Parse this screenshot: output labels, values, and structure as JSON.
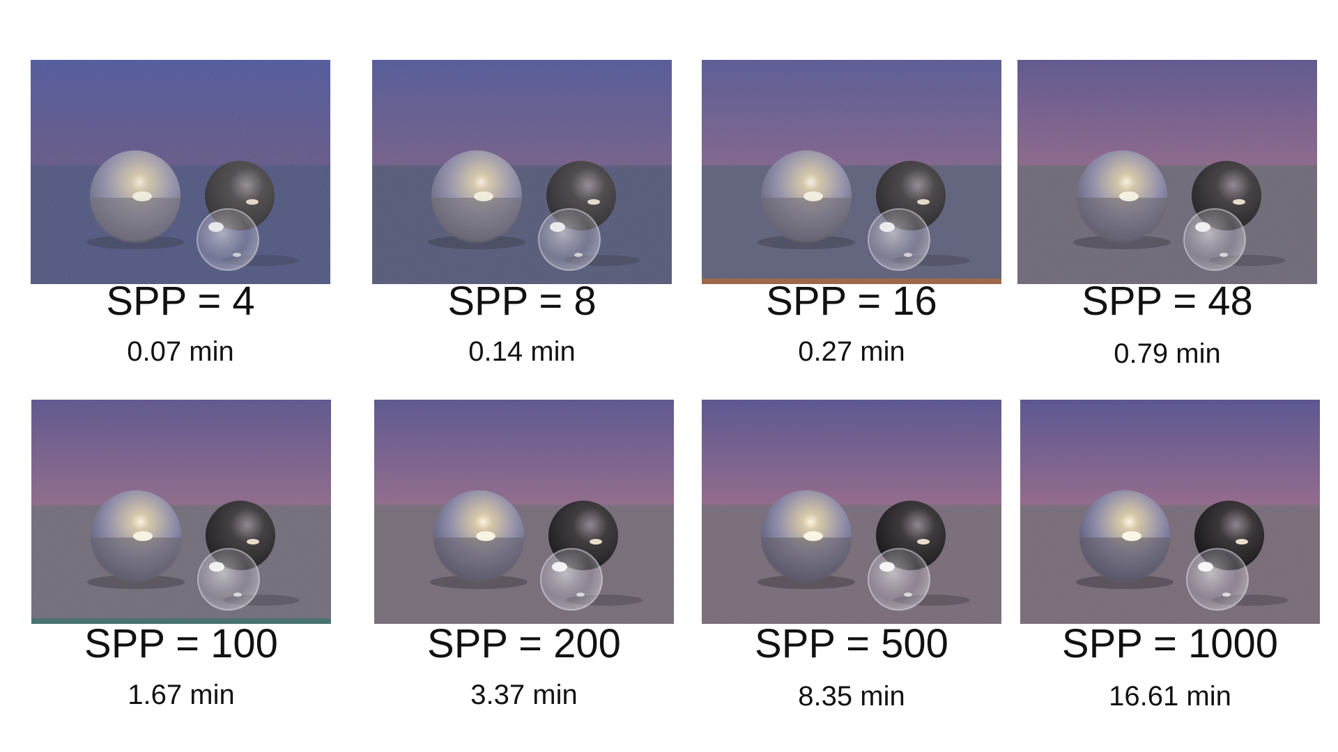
{
  "figure": {
    "panels": [
      {
        "spp_label": "SPP = 4",
        "time_label": "0.07 min",
        "noise": 0.95,
        "sky_top": "#3b4596",
        "sky_bottom": "#55457e",
        "ground": "#3d4475",
        "strip": ""
      },
      {
        "spp_label": "SPP = 8",
        "time_label": "0.14 min",
        "noise": 0.8,
        "sky_top": "#434a92",
        "sky_bottom": "#6a5183",
        "ground": "#474c6f",
        "strip": ""
      },
      {
        "spp_label": "SPP = 16",
        "time_label": "0.27 min",
        "noise": 0.65,
        "sky_top": "#4e4f90",
        "sky_bottom": "#7a5a88",
        "ground": "#555774",
        "strip": "#9a5a3a"
      },
      {
        "spp_label": "SPP = 48",
        "time_label": "0.79 min",
        "noise": 0.5,
        "sky_top": "#574f8a",
        "sky_bottom": "#8a6188",
        "ground": "#6a6474",
        "strip": ""
      },
      {
        "spp_label": "SPP = 100",
        "time_label": "1.67 min",
        "noise": 0.38,
        "sky_top": "#5a518c",
        "sky_bottom": "#8e6789",
        "ground": "#716a78",
        "strip": "#3f6c68"
      },
      {
        "spp_label": "SPP = 200",
        "time_label": "3.37 min",
        "noise": 0.26,
        "sky_top": "#5a548f",
        "sky_bottom": "#91698b",
        "ground": "#766c79",
        "strip": ""
      },
      {
        "spp_label": "SPP = 500",
        "time_label": "8.35 min",
        "noise": 0.16,
        "sky_top": "#5a5590",
        "sky_bottom": "#936a8c",
        "ground": "#796d7a",
        "strip": ""
      },
      {
        "spp_label": "SPP = 1000",
        "time_label": "16.61 min",
        "noise": 0.08,
        "sky_top": "#5b5691",
        "sky_bottom": "#946b8d",
        "ground": "#7a6e7b",
        "strip": ""
      }
    ]
  }
}
